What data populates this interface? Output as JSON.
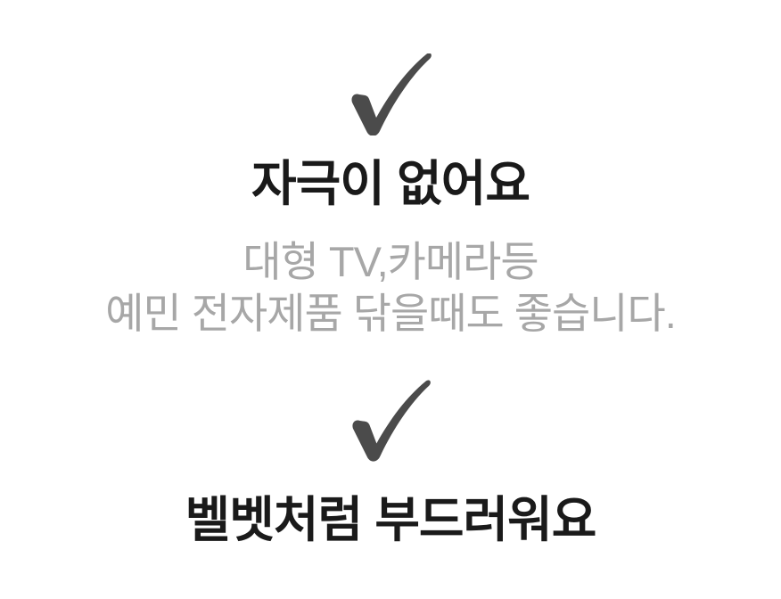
{
  "page": {
    "background": "#ffffff"
  },
  "colors": {
    "heading": "#1a1a1a",
    "subtext": "#a7a7a7",
    "checkmark": "#4b4b4b"
  },
  "features": [
    {
      "icon": "checkmark-icon",
      "title": "자극이 없어요",
      "description_lines": [
        "대형 TV,카메라등",
        "예민 전자제품 닦을때도 좋습니다."
      ]
    },
    {
      "icon": "checkmark-icon",
      "title": "벨벳처럼 부드러워요",
      "description_lines": []
    }
  ]
}
